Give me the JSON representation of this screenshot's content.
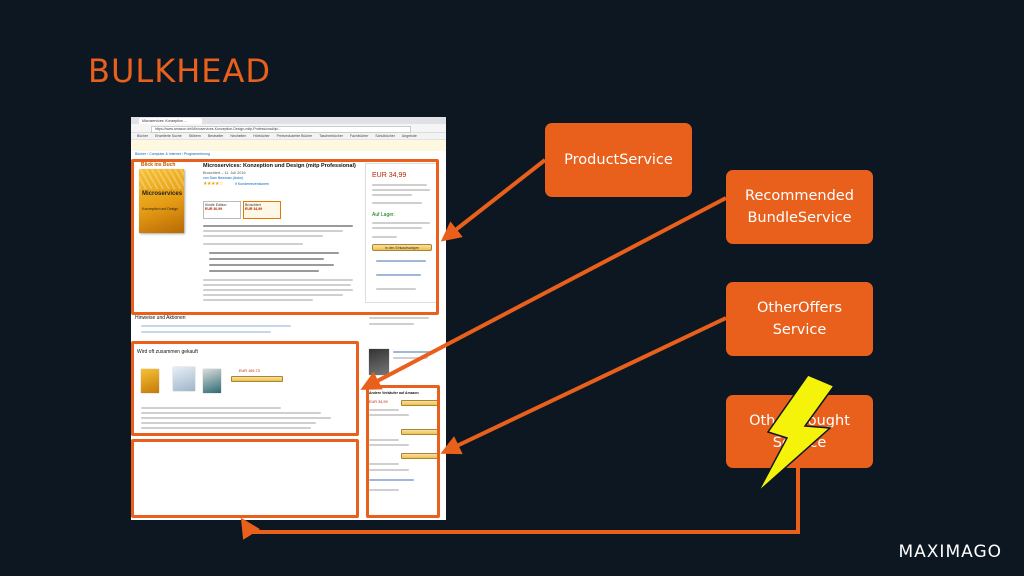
{
  "slide": {
    "title": "BULKHEAD",
    "brand": "MAXIMAGO"
  },
  "services": {
    "product": "ProductService",
    "recommended": "Recommended\nBundleService",
    "other_offers": "OtherOffers\nService",
    "others_bought": "OthersBought\nService"
  },
  "colors": {
    "accent": "#e8601c",
    "background": "#0d1721",
    "lightning": "#f5f30a"
  },
  "screenshot": {
    "tab_title": "Microservices: Konzeption ...",
    "url": "https://www.amazon.de/Microservices-Konzeption-Design-mitp-Professional/dp/...",
    "nav": [
      "Bücher",
      "Erweiterte Suche",
      "Stöbern",
      "Bestseller",
      "Neuheiten",
      "Hörbücher",
      "Preisreduzierte Bücher",
      "Taschenbücher",
      "Fachbücher",
      "Schulbücher",
      "Angebote"
    ],
    "breadcrumb": "Bücher › Computer & Internet › Programmierung",
    "peek_label": "Blick ins Buch",
    "book_cover_title": "Microservices",
    "book_cover_subtitle": "Konzeption und Design",
    "product_title": "Microservices: Konzeption und Design (mitp Professional)",
    "product_subtitle": "Broschiert – 11. Juli 2016",
    "product_author": "von Sam Newman (Autor)",
    "stars": "★★★★☆",
    "reviews": "9 Kundenrezensionen",
    "format_kindle": "Kindle Edition",
    "format_kindle_price": "EUR 30,99",
    "format_print": "Broschiert",
    "format_print_price": "EUR 34,99",
    "buybox_price": "EUR 34,99",
    "buybox_stock": "Auf Lager.",
    "buybox_cart": "In den Einkaufswagen",
    "section_heading_bundle": "Wird oft zusammen gekauft",
    "section_heading_other": "Hinweise und Aktionen",
    "bundle_total": "EUR 109,73",
    "offers_heading": "Andere Verkäufer auf Amazon",
    "offer_price": "EUR 34,99"
  }
}
